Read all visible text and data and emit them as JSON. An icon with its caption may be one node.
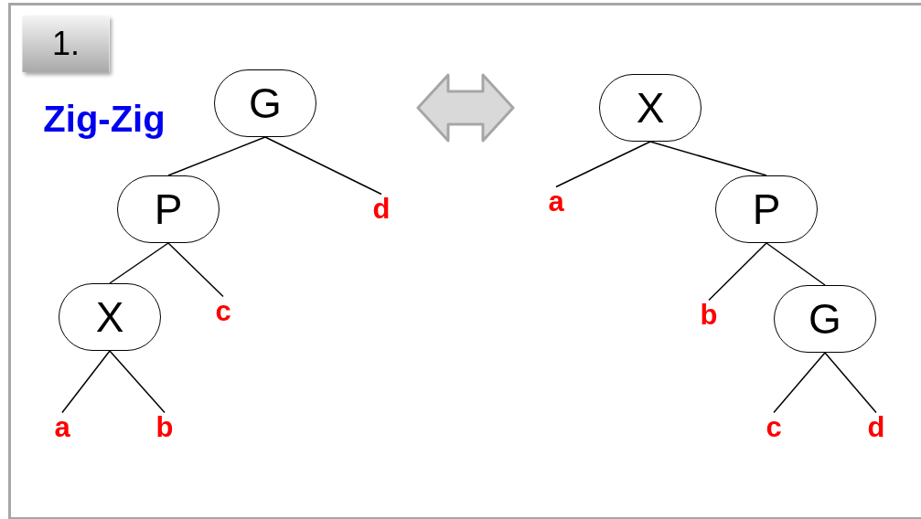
{
  "diagram": {
    "title": "Zig-Zig",
    "nodes": [
      {
        "text": [
          "1."
        ]
      },
      {
        "text": [
          "G"
        ]
      },
      {
        "text": [
          "P"
        ]
      },
      {
        "text": [
          "d"
        ]
      },
      {
        "text": [
          "X"
        ]
      },
      {
        "text": [
          "c"
        ]
      },
      {
        "text": [
          "a"
        ]
      },
      {
        "text": [
          "b"
        ]
      },
      {
        "text": [
          "X"
        ]
      },
      {
        "text": [
          "a"
        ]
      },
      {
        "text": [
          "P"
        ]
      },
      {
        "text": [
          "b"
        ]
      },
      {
        "text": [
          "G"
        ]
      },
      {
        "text": [
          "c"
        ]
      },
      {
        "text": [
          "d"
        ]
      }
    ],
    "edges": [
      {
        "from": 1,
        "to": 2,
        "arrow": "none"
      },
      {
        "from": 1,
        "to": 3,
        "arrow": "none"
      },
      {
        "from": 2,
        "to": 4,
        "arrow": "none"
      },
      {
        "from": 2,
        "to": 5,
        "arrow": "none"
      },
      {
        "from": 4,
        "to": 6,
        "arrow": "none"
      },
      {
        "from": 4,
        "to": 7,
        "arrow": "none"
      },
      {
        "from": 8,
        "to": 9,
        "arrow": "none"
      },
      {
        "from": 8,
        "to": 10,
        "arrow": "none"
      },
      {
        "from": 10,
        "to": 11,
        "arrow": "none"
      },
      {
        "from": 10,
        "to": 12,
        "arrow": "none"
      },
      {
        "from": 12,
        "to": 13,
        "arrow": "none"
      },
      {
        "from": 12,
        "to": 14,
        "arrow": "none"
      }
    ]
  }
}
